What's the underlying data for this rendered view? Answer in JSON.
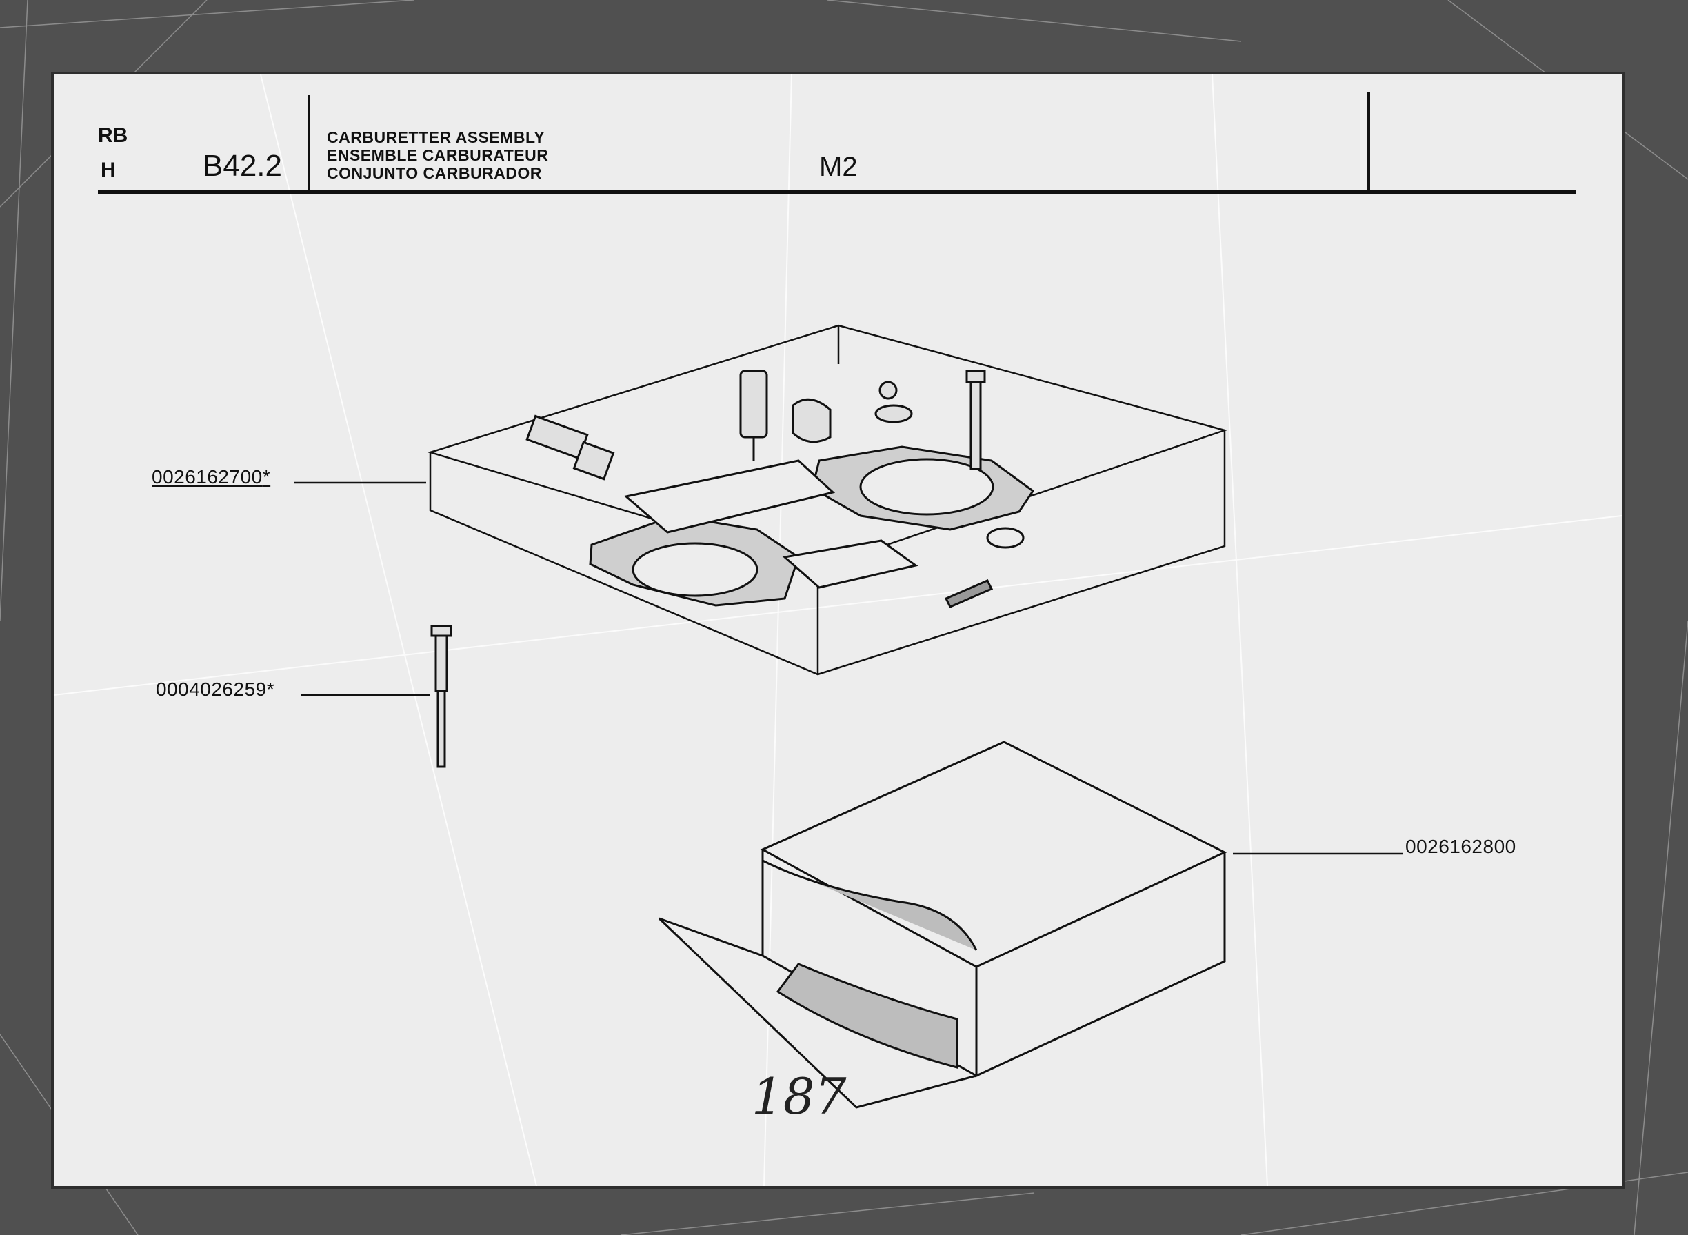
{
  "header": {
    "code_top": "RB",
    "code_bottom": "H",
    "group": "B42.2",
    "title_lines": [
      "CARBURETTER ASSEMBLY",
      "ENSEMBLE CARBURATEUR",
      "CONJUNTO CARBURADOR"
    ],
    "section": "M2"
  },
  "parts": [
    {
      "number": "0026162700",
      "mark": "*"
    },
    {
      "number": "0004026259",
      "mark": "*"
    },
    {
      "number": "0026162800",
      "mark": ""
    }
  ],
  "page_number": "187"
}
